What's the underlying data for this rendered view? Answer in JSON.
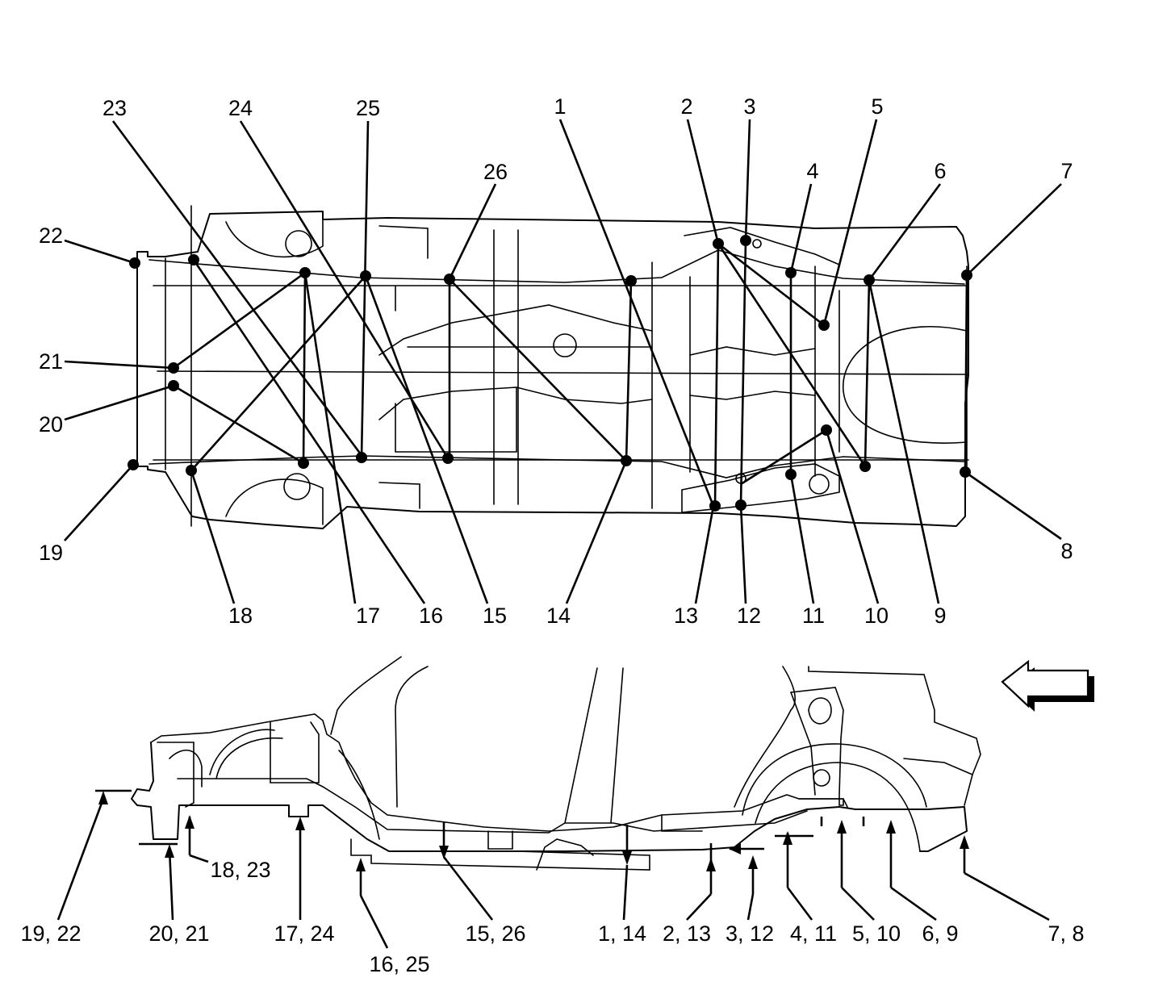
{
  "diagram": {
    "top_view_callouts": [
      "1",
      "2",
      "3",
      "4",
      "5",
      "6",
      "7",
      "8",
      "9",
      "10",
      "11",
      "12",
      "13",
      "14",
      "15",
      "16",
      "17",
      "18",
      "19",
      "20",
      "21",
      "22",
      "23",
      "24",
      "25",
      "26"
    ],
    "side_view_callouts": [
      "19, 22",
      "20, 21",
      "18, 23",
      "17, 24",
      "16, 25",
      "15, 26",
      "1, 14",
      "2, 13",
      "3, 12",
      "4, 11",
      "5, 10",
      "6, 9",
      "7, 8"
    ],
    "direction_arrow": "front-direction-arrow (pointing left)",
    "colors": {
      "line": "#000000",
      "background": "#ffffff"
    }
  }
}
